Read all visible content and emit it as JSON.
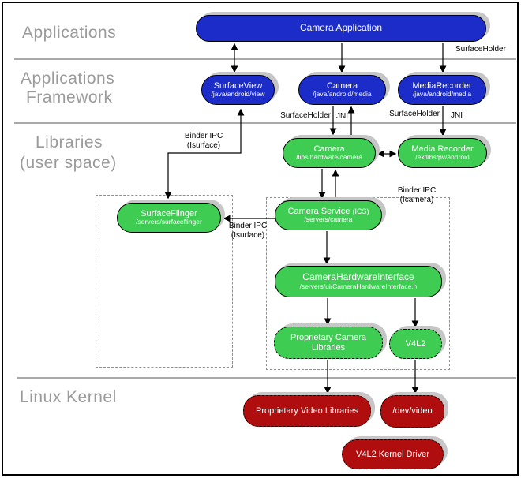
{
  "layers": {
    "applications": "Applications",
    "framework_line1": "Applications",
    "framework_line2": "Framework",
    "libraries_line1": "Libraries",
    "libraries_line2": "(user space)",
    "linux_kernel": "Linux Kernel"
  },
  "nodes": {
    "camera_application": {
      "title": "Camera Application",
      "subtitle": ""
    },
    "surface_view": {
      "title": "SurfaceView",
      "subtitle": "/java/android/view"
    },
    "camera_framework": {
      "title": "Camera",
      "subtitle": "/java/android/media"
    },
    "media_recorder_framework": {
      "title": "MediaRecorder",
      "subtitle": "/java/android/media"
    },
    "camera_library": {
      "title": "Camera",
      "subtitle": "/libs/hardware/camera"
    },
    "media_recorder_library": {
      "title": "Media Recorder",
      "subtitle": "/extlibs/pv/android"
    },
    "surface_flinger": {
      "title": "SurfaceFlinger",
      "subtitle": "/servers/surfaceflinger"
    },
    "camera_service": {
      "title": "Camera Service",
      "title_suffix": "(ICS)",
      "subtitle": "/servers/camera"
    },
    "camera_hardware_interface": {
      "title": "CameraHardwareInterface",
      "subtitle": "/servers/ui/CameraHardwareInterface.h"
    },
    "proprietary_camera_libraries": {
      "title": "Proprietary Camera Libraries",
      "subtitle": ""
    },
    "v4l2": {
      "title": "V4L2",
      "subtitle": ""
    },
    "proprietary_video_libraries": {
      "title": "Proprietary Video Libraries",
      "subtitle": ""
    },
    "dev_video": {
      "title": "/dev/video",
      "subtitle": ""
    },
    "v4l2_kernel_driver": {
      "title": "V4L2 Kernel Driver",
      "subtitle": ""
    }
  },
  "edge_labels": {
    "surface_holder_top": "SurfaceHolder",
    "camera_surface_holder": "SurfaceHolder",
    "camera_jni": "JNI",
    "media_recorder_surface_holder": "SurfaceHolder",
    "media_recorder_jni": "JNI",
    "binder_ipc_isurface_upper_line1": "Binder IPC",
    "binder_ipc_isurface_upper_line2": "(Isurface)",
    "binder_ipc_isurface_lower_line1": "Binder IPC",
    "binder_ipc_isurface_lower_line2": "(Isurface)",
    "binder_ipc_icamera_line1": "Binder IPC",
    "binder_ipc_icamera_line2": "(Icamera)"
  },
  "colors": {
    "framework_box": "#1b2cc8",
    "library_box": "#3ecc53",
    "kernel_box": "#b00e0e",
    "box_shadow": "#c6c6c6",
    "layer_label_text": "#9b9b9b"
  }
}
